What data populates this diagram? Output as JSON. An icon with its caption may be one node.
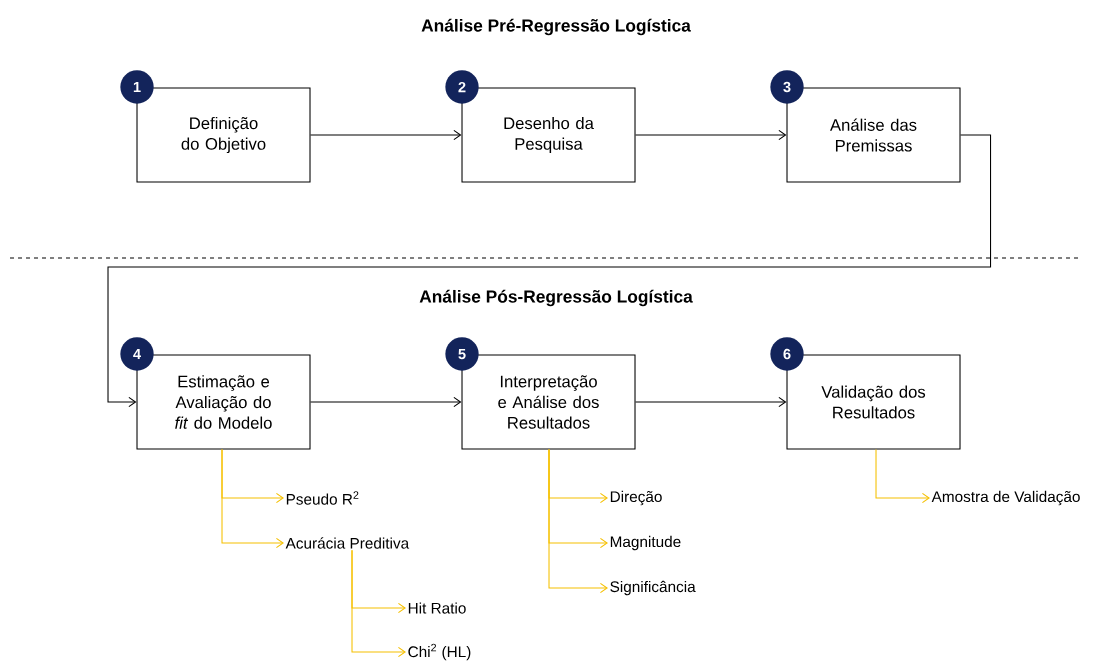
{
  "diagram": {
    "nodes": [
      {
        "text": [
          "1"
        ]
      },
      {
        "text": [
          "Definição do Objetivo"
        ]
      },
      {
        "text": [
          "2"
        ]
      },
      {
        "text": [
          "Desenho da Pesquisa"
        ]
      },
      {
        "text": [
          "3"
        ]
      },
      {
        "text": [
          "Análise das Premissas"
        ]
      },
      {
        "text": [
          "4"
        ]
      },
      {
        "text": [
          "Estimação e Avaliação do *fit* do Modelo"
        ]
      },
      {
        "text": [
          "5"
        ]
      },
      {
        "text": [
          "Interpretação e Análise dos Resultados"
        ]
      },
      {
        "text": [
          "6"
        ]
      },
      {
        "text": [
          "Validação dos Resultados"
        ]
      },
      {
        "text": [
          "Pseudo R$^{2}$"
        ]
      },
      {
        "text": [
          "Acurácia Preditiva"
        ]
      },
      {
        "text": [
          "Hit Ratio"
        ]
      },
      {
        "text": [
          "Chi$^{2}$ (HL)"
        ]
      },
      {
        "text": [
          "Direção"
        ]
      },
      {
        "text": [
          "Magnitude"
        ]
      },
      {
        "text": [
          "Significância"
        ]
      },
      {
        "text": [
          "Amostra de Validação"
        ]
      }
    ],
    "edges": [
      {
        "from": 1,
        "to": 3,
        "arrow": "to",
        "color": "#000000"
      },
      {
        "from": 3,
        "to": 5,
        "arrow": "to",
        "color": "#000000"
      },
      {
        "from": 5,
        "to": 7,
        "arrow": "to",
        "color": "#000000"
      },
      {
        "from": 7,
        "to": 9,
        "arrow": "to",
        "color": "#000000"
      },
      {
        "from": 9,
        "to": 11,
        "arrow": "to",
        "color": "#000000"
      },
      {
        "from": 7,
        "to": 12,
        "arrow": "to"
      },
      {
        "from": 7,
        "to": 13,
        "arrow": "to"
      },
      {
        "from": 13,
        "to": 14,
        "arrow": "to"
      },
      {
        "from": 13,
        "to": 15,
        "arrow": "to"
      },
      {
        "from": 9,
        "to": 16,
        "arrow": "to"
      },
      {
        "from": 9,
        "to": 17,
        "arrow": "to"
      },
      {
        "from": 9,
        "to": 18,
        "arrow": "to"
      },
      {
        "from": 11,
        "to": 19,
        "arrow": "to"
      }
    ],
    "labels": [
      "Análise Pré-Regressão Logística",
      "Análise Pós-Regressão Logística"
    ]
  }
}
